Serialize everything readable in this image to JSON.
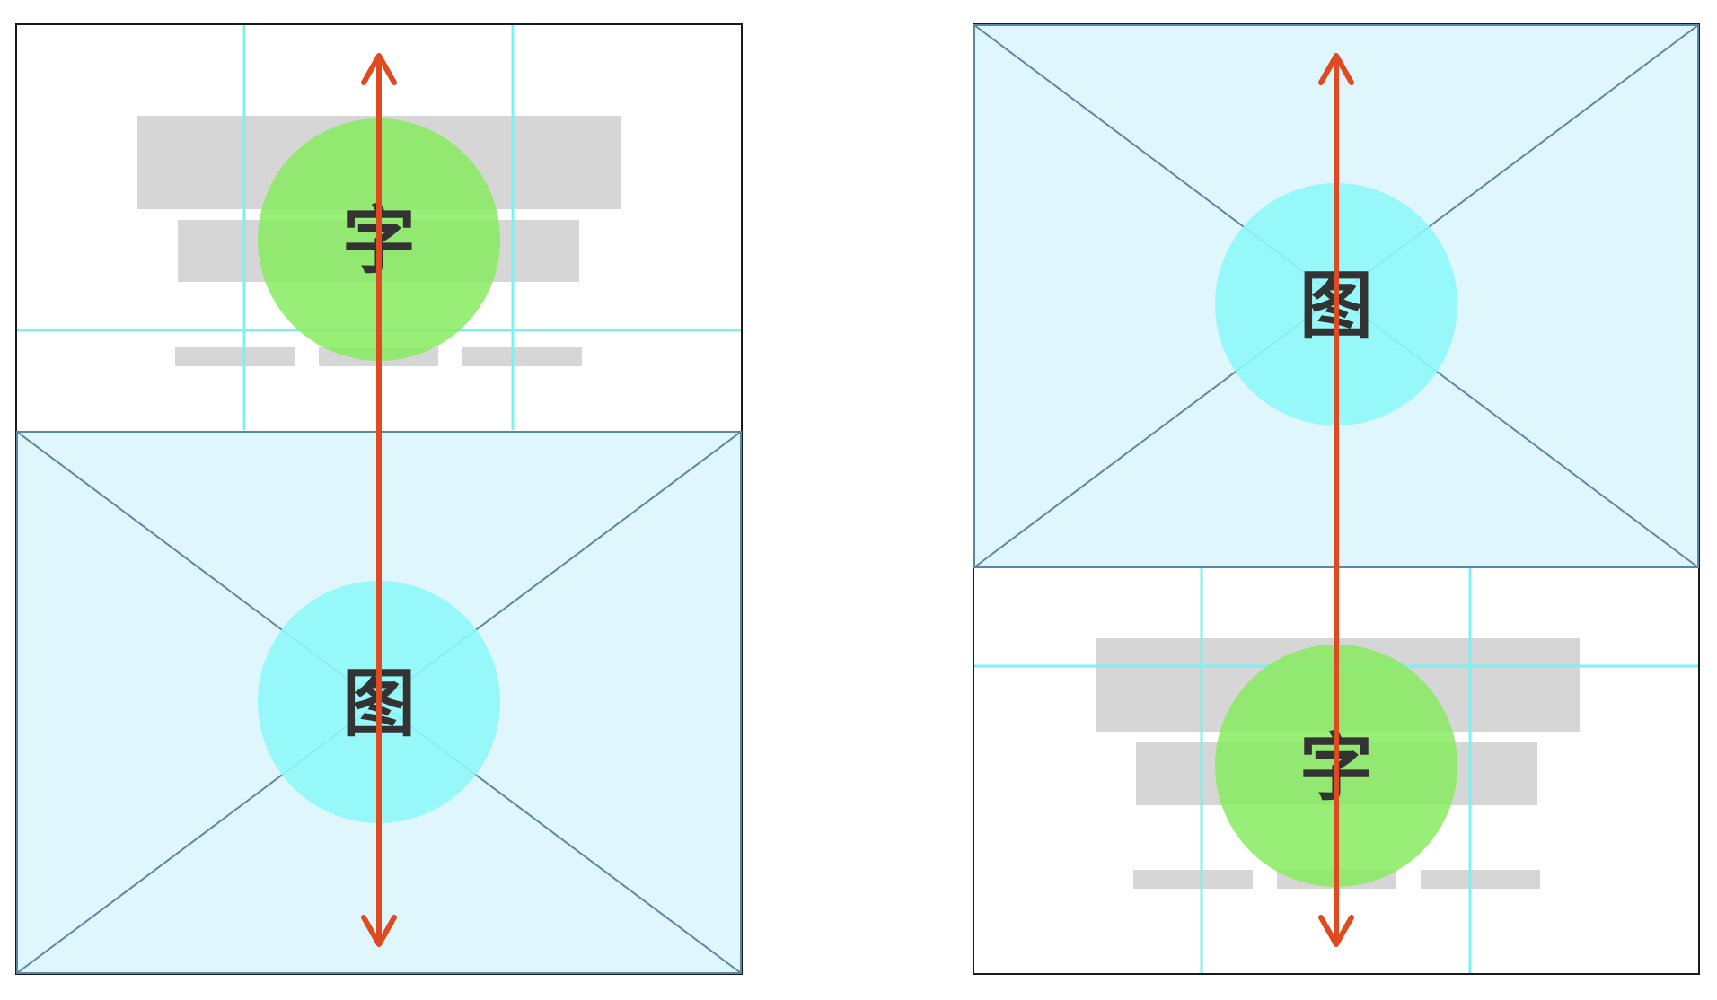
{
  "colors": {
    "background": "#ffffff",
    "frame_border": "#1a1a1a",
    "image_fill": "#dff6fc",
    "image_border": "#5b86a6",
    "image_circle": "#8ff8fa",
    "text_circle": "#86eb5f",
    "text_placeholder": "#d6d6d6",
    "guide_line": "#7ef0f0",
    "arrow": "#e04a20",
    "glyph": "#333333"
  },
  "panels": [
    {
      "order": "text-over-image",
      "text_glyph": "字",
      "image_glyph": "图",
      "arrow_direction": "both"
    },
    {
      "order": "image-over-text",
      "text_glyph": "字",
      "image_glyph": "图",
      "arrow_direction": "both"
    }
  ]
}
